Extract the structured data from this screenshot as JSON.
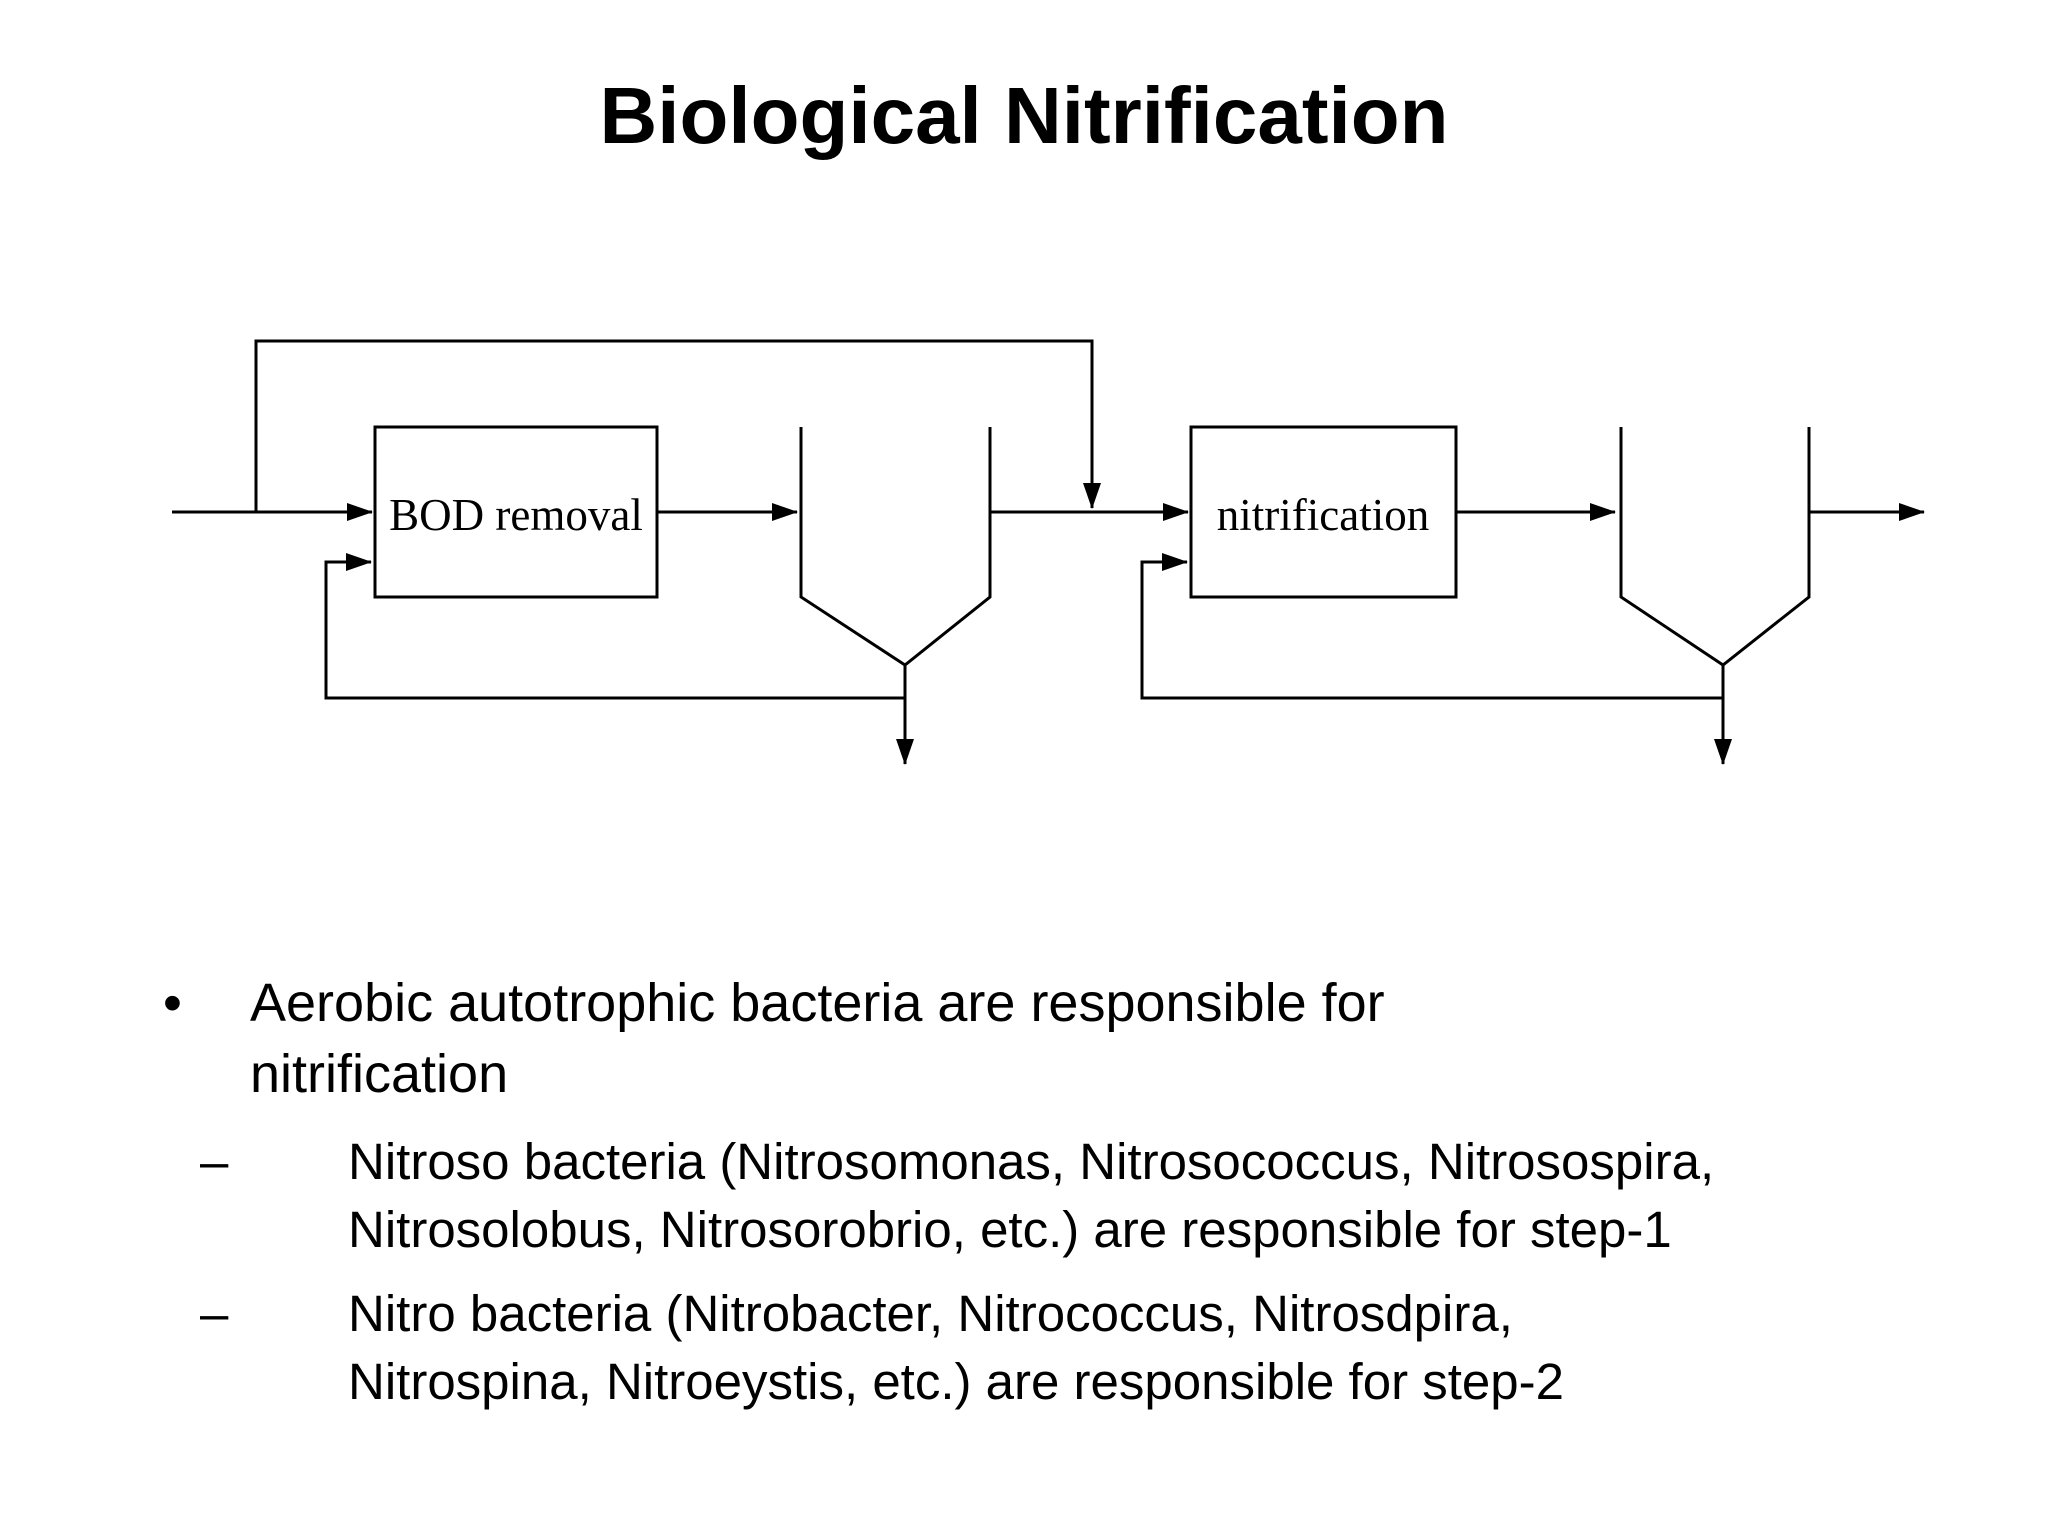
{
  "slide": {
    "title": "Biological Nitrification",
    "diagram": {
      "box1_label": "BOD removal",
      "box2_label": "nitrification"
    },
    "bullets": {
      "bullet1": {
        "marker": "•",
        "text": "Aerobic autotrophic bacteria are responsible for\nnitrification"
      },
      "sub1": {
        "marker": "–",
        "text": "Nitroso bacteria (Nitrosomonas, Nitrosococcus, Nitrosospira,\nNitrosolobus, Nitrosorobrio, etc.) are responsible for step-1"
      },
      "sub2": {
        "marker": "–",
        "text": "Nitro bacteria (Nitrobacter, Nitrococcus, Nitrosdpira,\nNitrospina, Nitroeystis, etc.) are responsible for step-2"
      }
    },
    "colors": {
      "line": "#000000",
      "background": "#ffffff",
      "text": "#000000"
    }
  }
}
